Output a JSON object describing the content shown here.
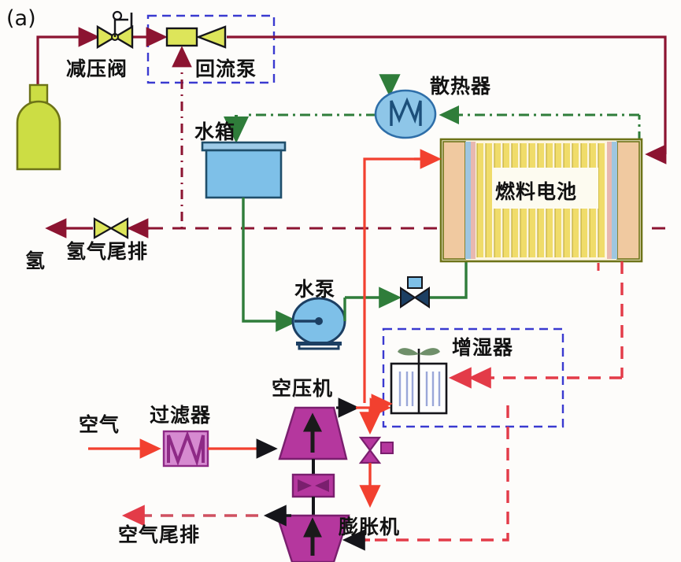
{
  "figure": {
    "panel_label": "(a)",
    "caption_type": "PEM fuel cell system schematic"
  },
  "colors": {
    "hydrogen_line": "#8c1431",
    "air_line": "#f2402f",
    "coolant_line": "#2f7d3a",
    "dashed_box": "#3a3ad0",
    "tank_fill": "#ccdd44",
    "water_fill": "#7ec0e8",
    "stack_fill": "#f0dc6a",
    "stack_endplate": "#f0c9a0",
    "compressor_fill": "#b5379e",
    "valve_fill": "#dde55a"
  },
  "components": [
    {
      "id": "hydrogen-tank",
      "label": "氢",
      "type": "tank"
    },
    {
      "id": "pressure-reducer",
      "label": "减压阀",
      "type": "valve"
    },
    {
      "id": "recirculation-pump",
      "label": "回流泵",
      "type": "pump"
    },
    {
      "id": "water-tank",
      "label": "水箱",
      "type": "tank"
    },
    {
      "id": "radiator",
      "label": "散热器",
      "type": "heat-exchanger"
    },
    {
      "id": "fuel-cell-stack",
      "label": "燃料电池",
      "type": "stack"
    },
    {
      "id": "water-pump",
      "label": "水泵",
      "type": "pump"
    },
    {
      "id": "humidifier",
      "label": "增湿器",
      "type": "humidifier"
    },
    {
      "id": "air-filter",
      "label": "过滤器",
      "type": "filter"
    },
    {
      "id": "air-compressor",
      "label": "空压机",
      "type": "compressor"
    },
    {
      "id": "expander",
      "label": "膨胀机",
      "type": "expander"
    }
  ],
  "streams": [
    {
      "id": "hydrogen-exhaust",
      "label": "氢气尾排",
      "style": "dashed",
      "color": "#8c1431"
    },
    {
      "id": "air-inlet",
      "label": "空气",
      "style": "solid",
      "color": "#f2402f"
    },
    {
      "id": "air-exhaust",
      "label": "空气尾排",
      "style": "dashed",
      "color": "#e33b48"
    }
  ],
  "labels": {
    "panel": "(a)",
    "hydrogen": "氢",
    "pressure_reducer": "减压阀",
    "recirc_pump": "回流泵",
    "water_tank": "水箱",
    "radiator": "散热器",
    "fuel_cell": "燃料电池",
    "water_pump": "水泵",
    "humidifier": "增湿器",
    "air": "空气",
    "air_filter": "过滤器",
    "air_compressor": "空压机",
    "expander": "膨胀机",
    "hydrogen_exhaust": "氢气尾排",
    "air_exhaust": "空气尾排"
  }
}
